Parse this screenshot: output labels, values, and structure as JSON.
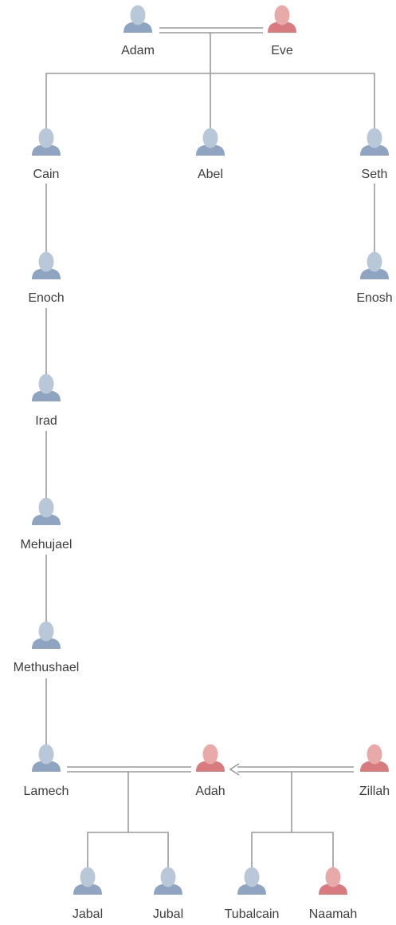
{
  "colors": {
    "male_head": "#b9c8d9",
    "male_body": "#8ea4c0",
    "female_head": "#e8a9a9",
    "female_body": "#d87b7f",
    "line": "#9a9a9a",
    "text": "#3d3d3d"
  },
  "people": {
    "adam": {
      "name": "Adam",
      "gender": "male"
    },
    "eve": {
      "name": "Eve",
      "gender": "female"
    },
    "cain": {
      "name": "Cain",
      "gender": "male"
    },
    "abel": {
      "name": "Abel",
      "gender": "male"
    },
    "seth": {
      "name": "Seth",
      "gender": "male"
    },
    "enoch": {
      "name": "Enoch",
      "gender": "male"
    },
    "enosh": {
      "name": "Enosh",
      "gender": "male"
    },
    "irad": {
      "name": "Irad",
      "gender": "male"
    },
    "mehujael": {
      "name": "Mehujael",
      "gender": "male"
    },
    "methushael": {
      "name": "Methushael",
      "gender": "male"
    },
    "lamech": {
      "name": "Lamech",
      "gender": "male"
    },
    "adah": {
      "name": "Adah",
      "gender": "female"
    },
    "zillah": {
      "name": "Zillah",
      "gender": "female"
    },
    "jabal": {
      "name": "Jabal",
      "gender": "male"
    },
    "jubal": {
      "name": "Jubal",
      "gender": "male"
    },
    "tubalcain": {
      "name": "Tubalcain",
      "gender": "male"
    },
    "naamah": {
      "name": "Naamah",
      "gender": "female"
    }
  }
}
